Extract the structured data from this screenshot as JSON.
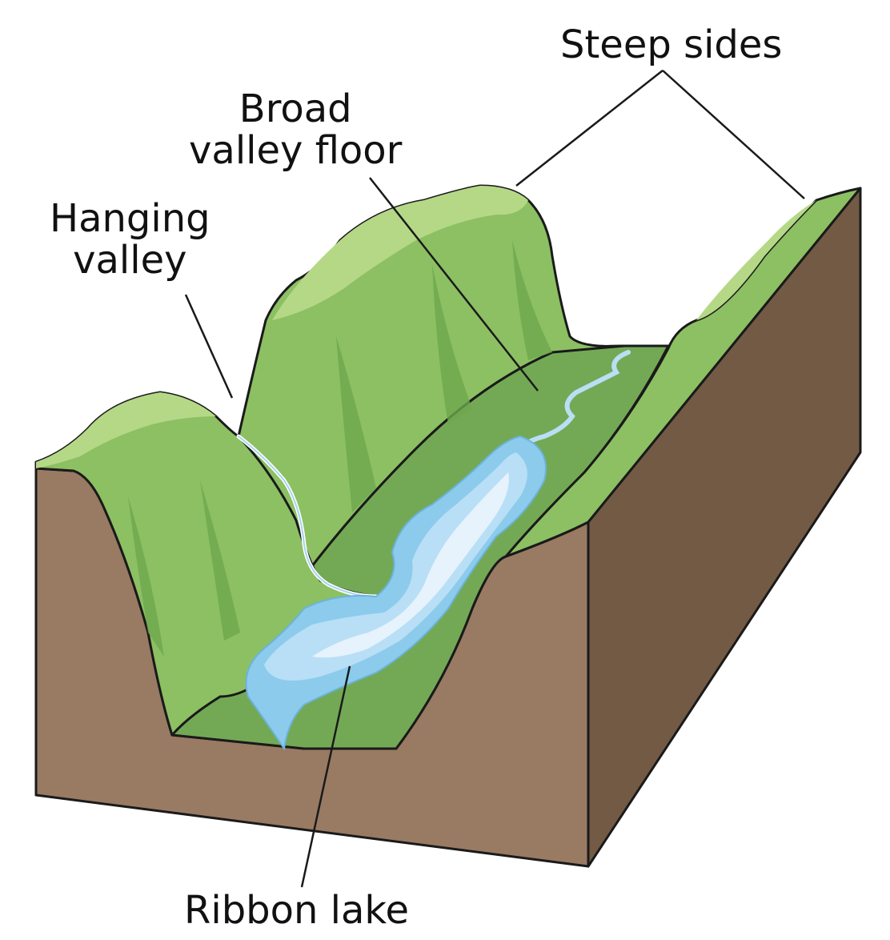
{
  "labels": {
    "steep_sides": "Steep sides",
    "broad_valley_floor": [
      "Broad",
      "valley floor"
    ],
    "hanging_valley": [
      "Hanging",
      "valley"
    ],
    "ribbon_lake": "Ribbon lake"
  },
  "colors": {
    "grass_light": "#b5d887",
    "grass_mid": "#8cc063",
    "grass_dark": "#6ea64e",
    "valley_floor": "#73a955",
    "soil_front": "#997a63",
    "soil_side": "#735a45",
    "water_light": "#e6f3fc",
    "water_mid": "#b8dff5",
    "water_edge": "#8ccbec",
    "outline": "#1a1a1a"
  }
}
